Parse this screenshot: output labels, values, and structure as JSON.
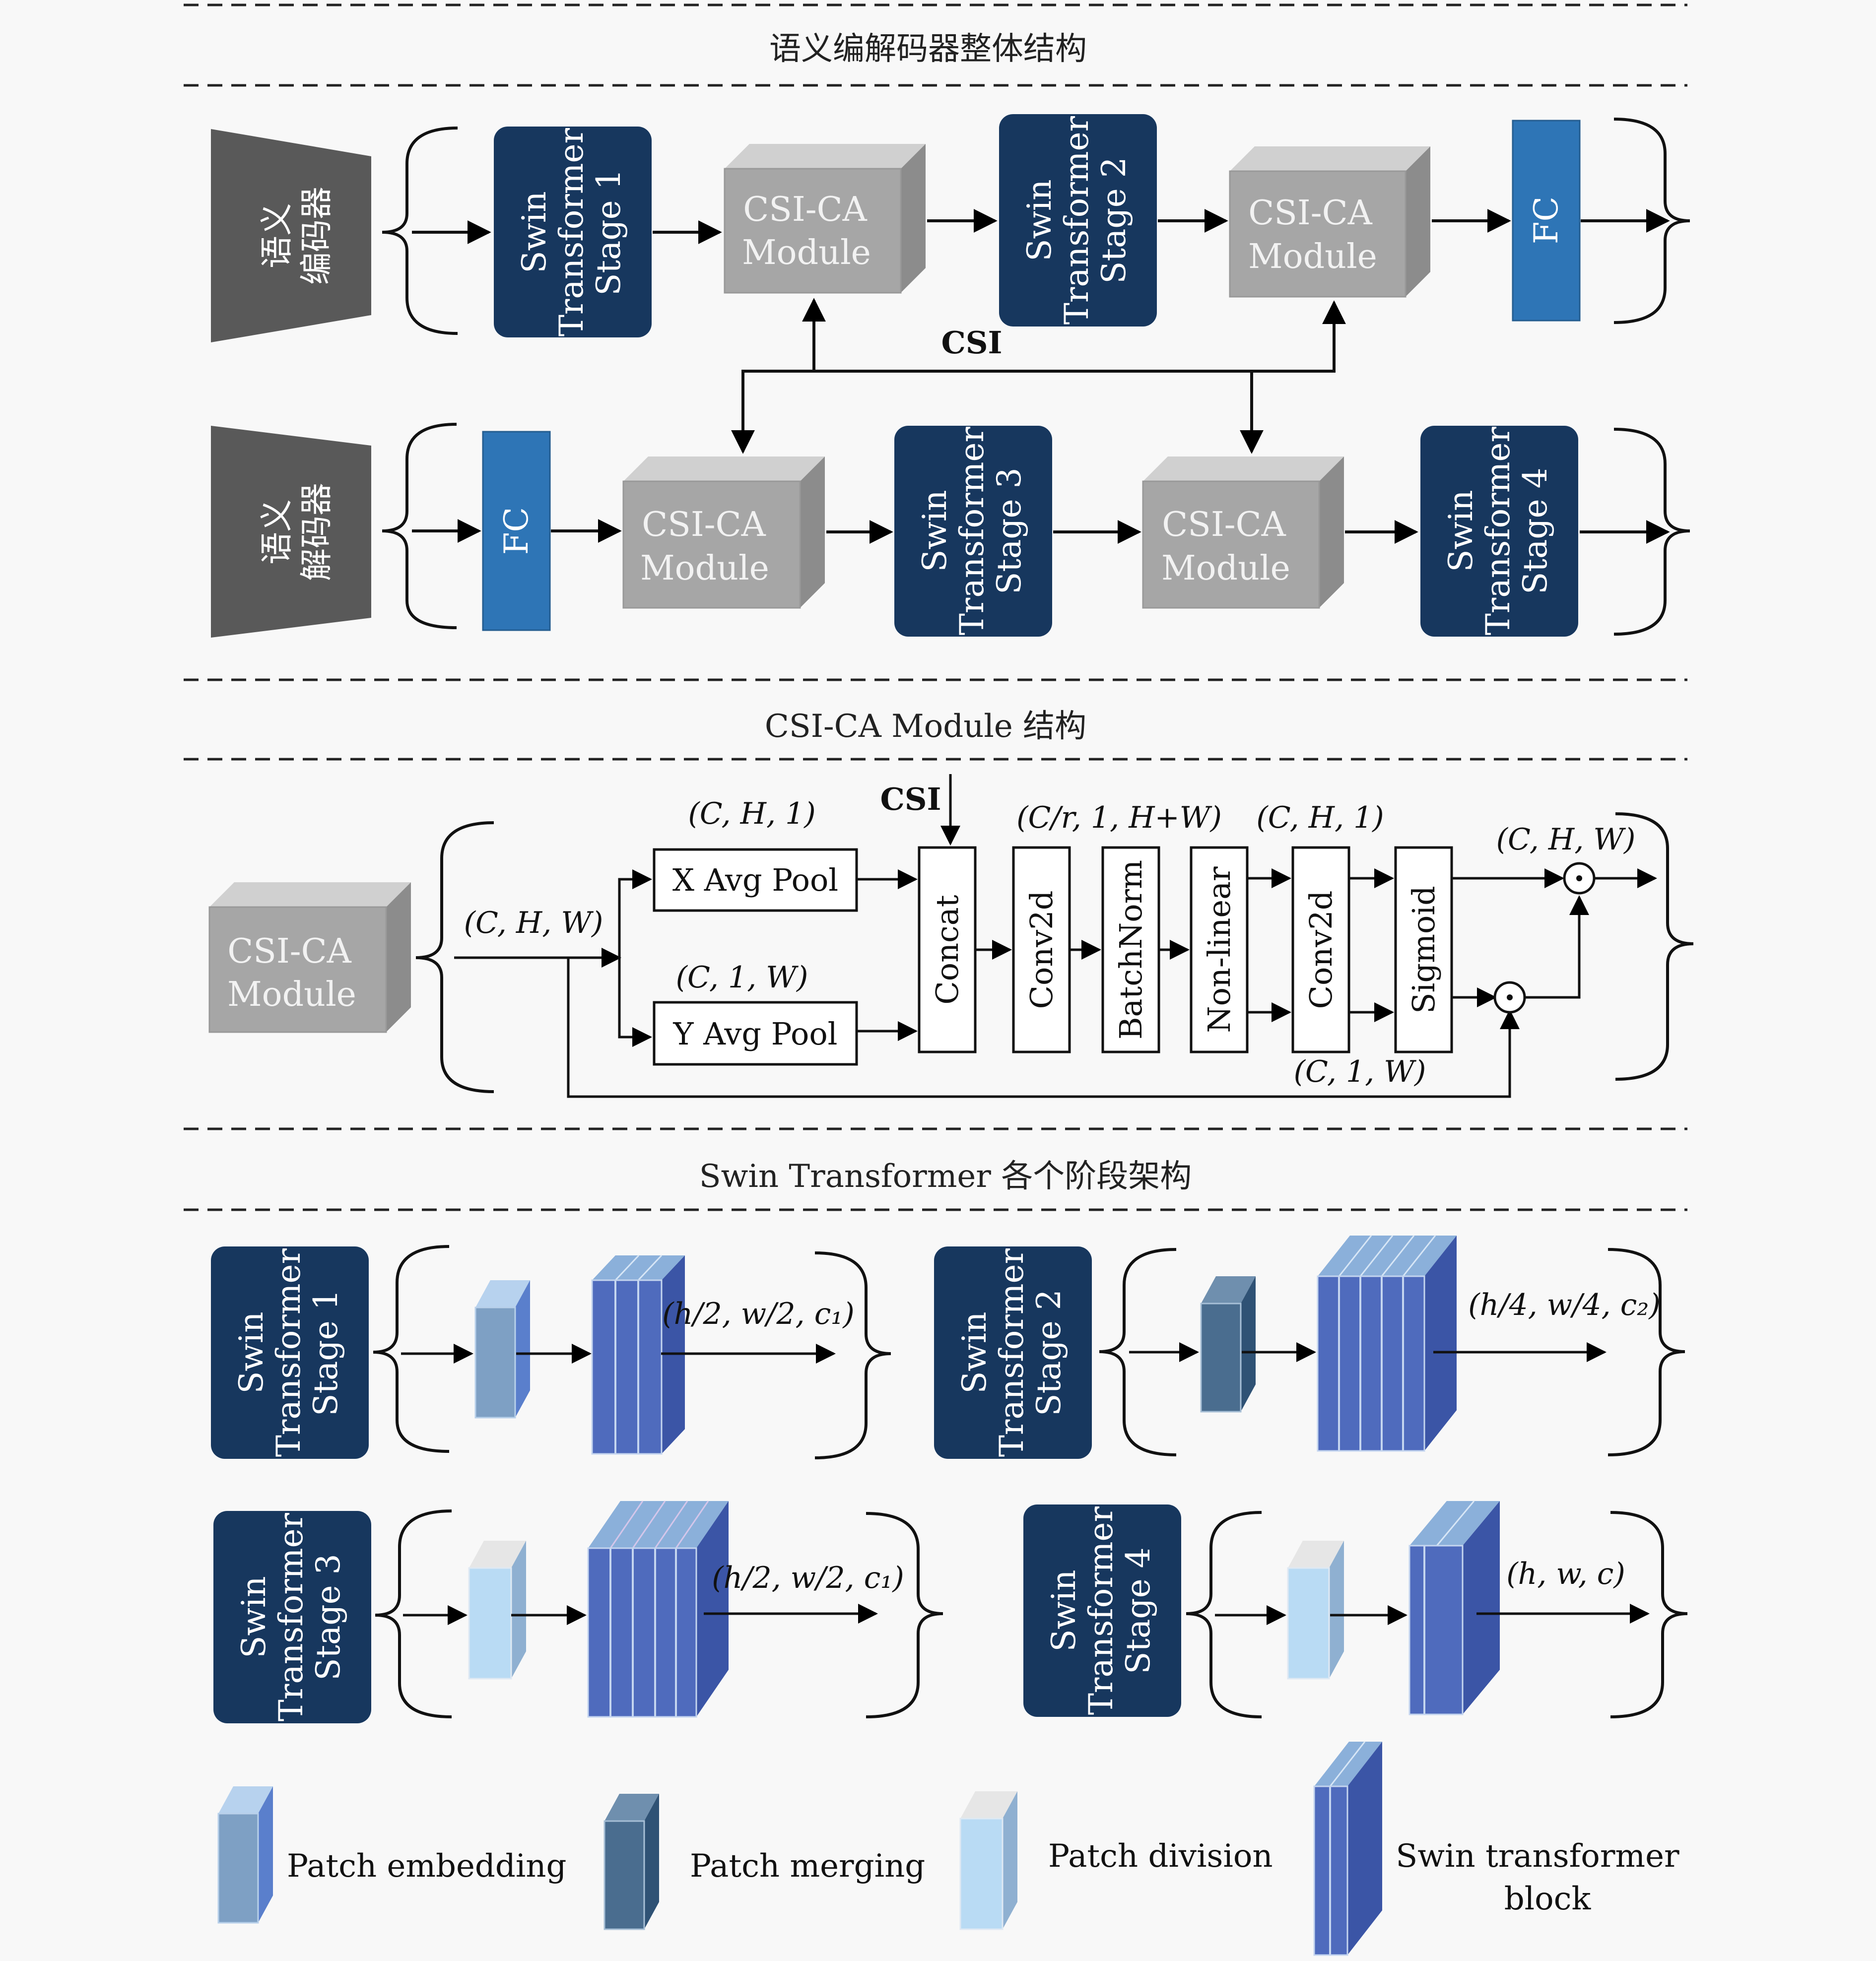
{
  "sections": {
    "overall": "语义编解码器整体结构",
    "csi_ca": "CSI-CA Module 结构",
    "swin": "Swin Transformer 各个阶段架构"
  },
  "encoder": {
    "label_line1": "语义",
    "label_line2": "编码器",
    "stage1": [
      "Swin",
      "Transformer",
      "Stage 1"
    ],
    "csi_ca_1": [
      "CSI-CA",
      "Module"
    ],
    "stage2": [
      "Swin",
      "Transformer",
      "Stage 2"
    ],
    "csi_ca_2": [
      "CSI-CA",
      "Module"
    ],
    "fc": "FC"
  },
  "csi_label": "CSI",
  "decoder": {
    "label_line1": "语义",
    "label_line2": "解码器",
    "fc": "FC",
    "csi_ca_1": [
      "CSI-CA",
      "Module"
    ],
    "stage3": [
      "Swin",
      "Transformer",
      "Stage 3"
    ],
    "csi_ca_2": [
      "CSI-CA",
      "Module"
    ],
    "stage4": [
      "Swin",
      "Transformer",
      "Stage 4"
    ]
  },
  "module": {
    "block": [
      "CSI-CA",
      "Module"
    ],
    "input_dim": "(C, H, W)",
    "x_pool": "X Avg Pool",
    "y_pool": "Y Avg Pool",
    "x_dim": "(C, H, 1)",
    "y_dim": "(C, 1, W)",
    "csi": "CSI",
    "concat": "Concat",
    "conv": "Conv2d",
    "bn": "BatchNorm",
    "nl": "Non-linear",
    "conv2": "Conv2d",
    "sigmoid": "Sigmoid",
    "reduced_dim": "(C/r, 1, H+W)",
    "h_dim": "(C, H, 1)",
    "w_dim": "(C, 1, W)",
    "out_dim": "(C, H, W)",
    "mult1": "⊙",
    "mult2": "⊙"
  },
  "stages": {
    "s1": {
      "label": [
        "Swin",
        "Transformer",
        "Stage 1"
      ],
      "out": "(h/2, w/2, c₁)"
    },
    "s2": {
      "label": [
        "Swin",
        "Transformer",
        "Stage 2"
      ],
      "out": "(h/4, w/4, c₂)"
    },
    "s3": {
      "label": [
        "Swin",
        "Transformer",
        "Stage 3"
      ],
      "out": "(h/2, w/2, c₁)"
    },
    "s4": {
      "label": [
        "Swin",
        "Transformer",
        "Stage 4"
      ],
      "out": "(h, w, c)"
    }
  },
  "legend": {
    "patch_embedding": "Patch embedding",
    "patch_merging": "Patch merging",
    "patch_division": "Patch division",
    "swin_block_1": "Swin transformer",
    "swin_block_2": "block"
  },
  "colors": {
    "navy": "#17375e",
    "blue_fc": "#2e75b6",
    "gray_box": "#a6a6a6",
    "encoder_gray": "#595959",
    "block_front": "#4f6bbd",
    "block_side": "#3b55a6"
  }
}
